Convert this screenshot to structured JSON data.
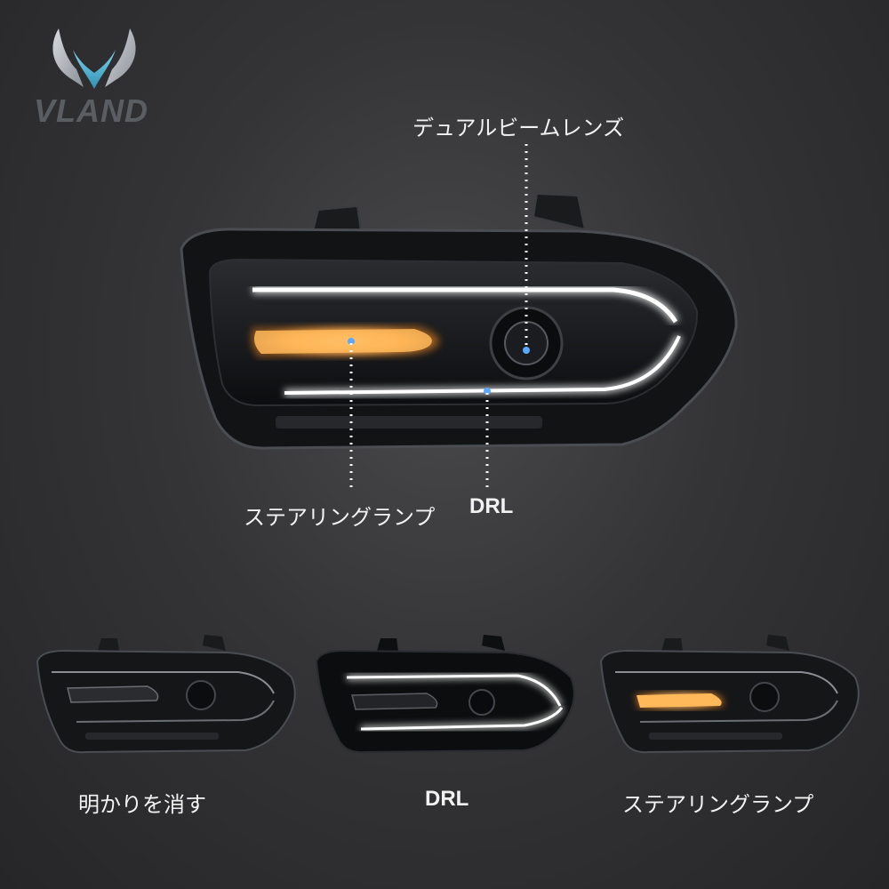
{
  "brand": {
    "logo_text": "VLAND"
  },
  "main_view": {
    "callouts": {
      "lens": "デュアルビームレンズ",
      "turn": "ステアリングランプ",
      "drl": "DRL"
    }
  },
  "modes": [
    {
      "label": "明かりを消す"
    },
    {
      "label": "DRL"
    },
    {
      "label": "ステアリングランプ"
    }
  ],
  "colors": {
    "drl": "#ffffff",
    "amber": "#ffb347",
    "marker": "#5aa9ff",
    "housing": "#141416"
  }
}
